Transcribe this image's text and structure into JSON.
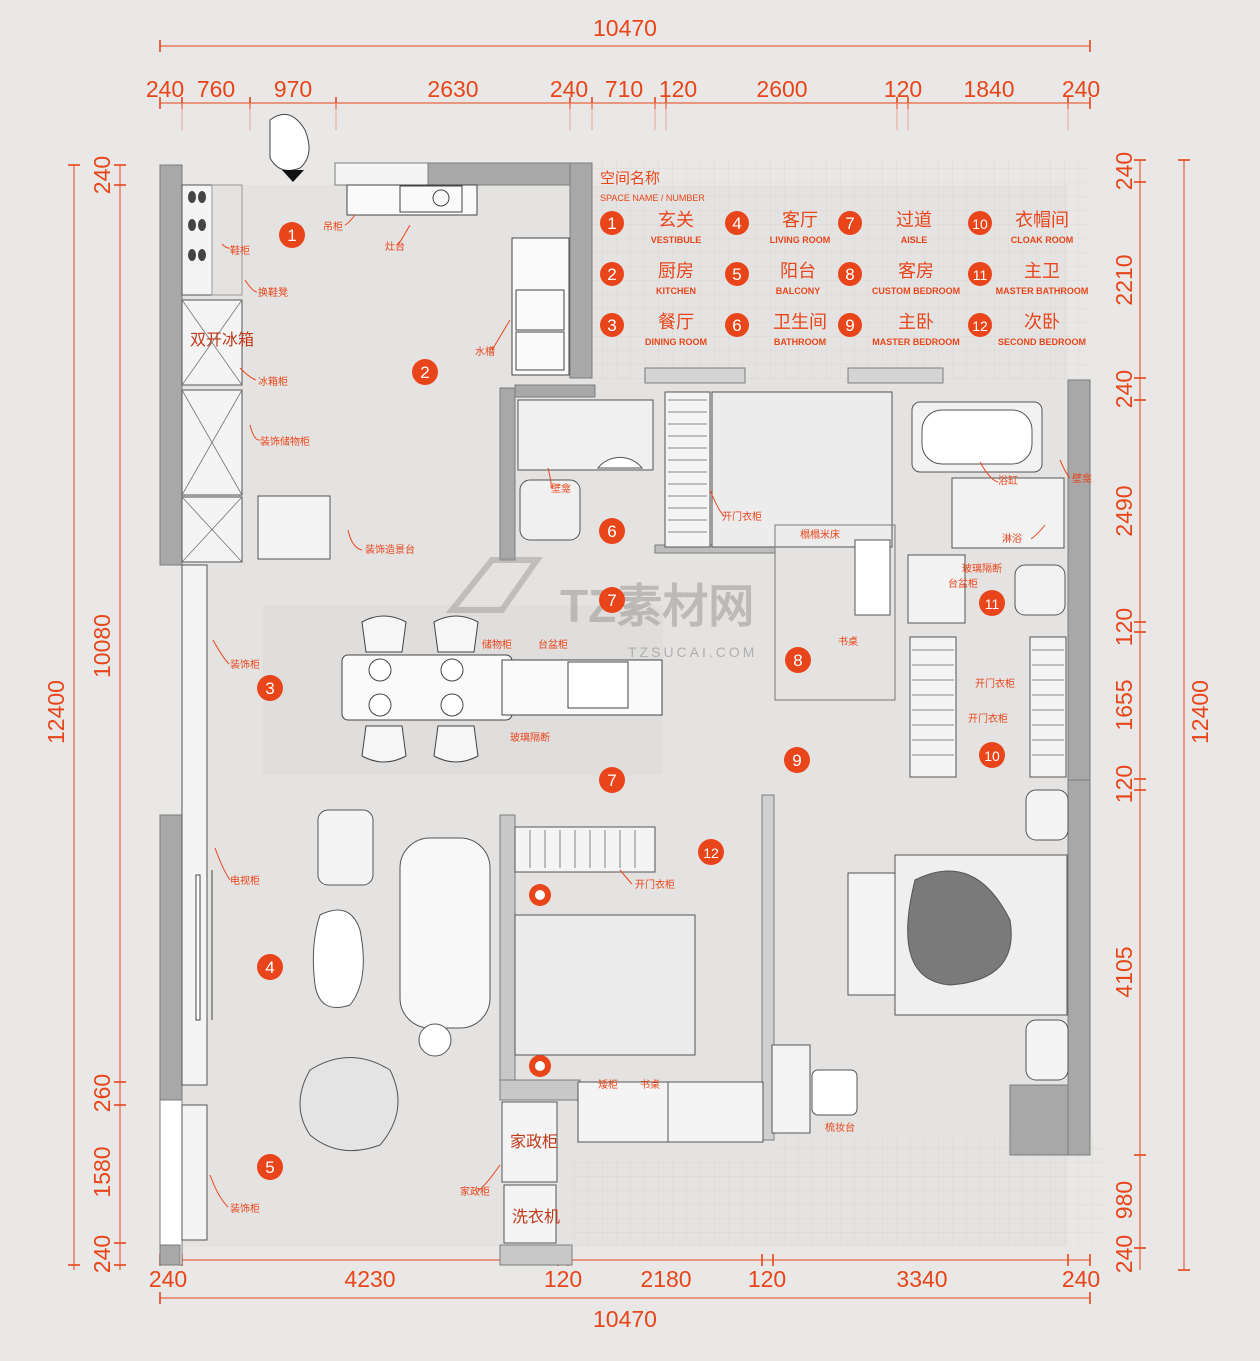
{
  "colors": {
    "accent": "#e8451b",
    "wall": "#a8a8a8",
    "paper": "#e9e8e6"
  },
  "legend": {
    "title": "空间名称",
    "subtitle": "SPACE NAME / NUMBER",
    "items": [
      {
        "num": "1",
        "cn": "玄关",
        "en": "VESTIBULE"
      },
      {
        "num": "2",
        "cn": "厨房",
        "en": "KITCHEN"
      },
      {
        "num": "3",
        "cn": "餐厅",
        "en": "DINING ROOM"
      },
      {
        "num": "4",
        "cn": "客厅",
        "en": "LIVING ROOM"
      },
      {
        "num": "5",
        "cn": "阳台",
        "en": "BALCONY"
      },
      {
        "num": "6",
        "cn": "卫生间",
        "en": "BATHROOM"
      },
      {
        "num": "7",
        "cn": "过道",
        "en": "AISLE"
      },
      {
        "num": "8",
        "cn": "客房",
        "en": "CUSTOM BEDROOM"
      },
      {
        "num": "9",
        "cn": "主卧",
        "en": "MASTER BEDROOM"
      },
      {
        "num": "10",
        "cn": "衣帽间",
        "en": "CLOAK ROOM"
      },
      {
        "num": "11",
        "cn": "主卫",
        "en": "MASTER BATHROOM"
      },
      {
        "num": "12",
        "cn": "次卧",
        "en": "SECOND BEDROOM"
      }
    ]
  },
  "dimensions": {
    "top_total": "10470",
    "top": [
      "240",
      "760",
      "970",
      "2630",
      "240",
      "710",
      "120",
      "2600",
      "120",
      "1840",
      "240"
    ],
    "bottom_total": "10470",
    "bottom": [
      "240",
      "4230",
      "120",
      "2180",
      "120",
      "3340",
      "240"
    ],
    "left_total": "12400",
    "left_inner": "10080",
    "left": [
      "240",
      "260",
      "1580",
      "240"
    ],
    "right_total": "12400",
    "right": [
      "240",
      "2210",
      "240",
      "2490",
      "120",
      "1655",
      "120",
      "4105",
      "240",
      "980"
    ]
  },
  "room_markers": [
    {
      "num": "1"
    },
    {
      "num": "2"
    },
    {
      "num": "3"
    },
    {
      "num": "4"
    },
    {
      "num": "5"
    },
    {
      "num": "6"
    },
    {
      "num": "7"
    },
    {
      "num": "7"
    },
    {
      "num": "8"
    },
    {
      "num": "9"
    },
    {
      "num": "10"
    },
    {
      "num": "11"
    },
    {
      "num": "12"
    }
  ],
  "labels": {
    "shoe_cabinet": "鞋柜",
    "shoe_bench": "换鞋凳",
    "double_fridge": "双开冰箱",
    "fridge_cabinet": "冰箱柜",
    "deco_storage": "装饰储物柜",
    "deco_display": "装饰造景台",
    "hanging_cabinet": "吊柜",
    "stove": "灶台",
    "sink": "水槽",
    "niche1": "壁龛",
    "niche2": "壁龛",
    "wardrobe_door1": "开门衣柜",
    "tatami": "榻榻米床",
    "desk1": "书桌",
    "bathtub": "浴缸",
    "shower": "淋浴",
    "glass_partition1": "玻璃隔断",
    "basin_cabinet1": "台盆柜",
    "deco_cabinet1": "装饰柜",
    "storage_cabinet": "储物柜",
    "basin_cabinet2": "台盆柜",
    "glass_partition2": "玻璃隔断",
    "wardrobe_door2": "开门衣柜",
    "wardrobe_door3": "开门衣柜",
    "tv_cabinet": "电视柜",
    "wardrobe_door4": "开门衣柜",
    "low_cabinet": "矮柜",
    "desk2": "书桌",
    "dresser": "梳妆台",
    "housekeeping_big": "家政柜",
    "housekeeping_small": "家政柜",
    "washer": "洗衣机",
    "deco_cabinet2": "装饰柜"
  },
  "watermark": {
    "main": "TZ素材网",
    "sub": "TZSUCAI.COM"
  }
}
